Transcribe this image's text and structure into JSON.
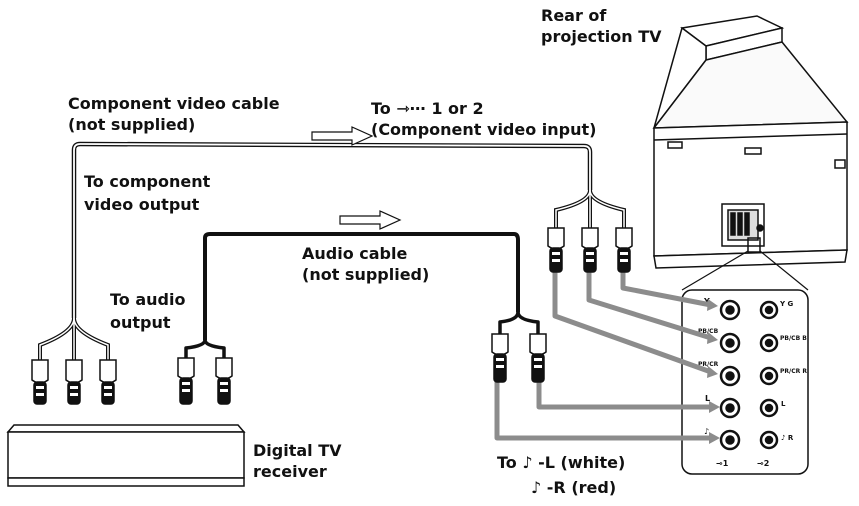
{
  "labels": {
    "rear_tv": [
      "Rear of",
      "projection TV"
    ],
    "component_cable": [
      "Component video cable",
      "(not supplied)"
    ],
    "to_component_input": [
      "To ⇾⋯ 1 or 2",
      "(Component video input)"
    ],
    "to_component_output": [
      "To component",
      "video output"
    ],
    "audio_cable": [
      "Audio cable",
      "(not supplied)"
    ],
    "to_audio_output": [
      "To audio",
      "output"
    ],
    "digital_tv_receiver": [
      "Digital TV",
      "receiver"
    ],
    "to_audio_input": [
      "To ♪ -L (white)",
      "♪ -R (red)"
    ]
  },
  "panel": {
    "column1": [
      "Y",
      "PB/CB",
      "PR/CR",
      "L",
      "♪",
      "⊸1"
    ],
    "column2": [
      "Y G",
      "PB/CB B",
      "PR/CR R",
      "L",
      "♪ R",
      "⊸2"
    ]
  },
  "colors": {
    "line": "#111111",
    "cable_gray": "#8c8c8c",
    "arrow": "#ffffff"
  }
}
